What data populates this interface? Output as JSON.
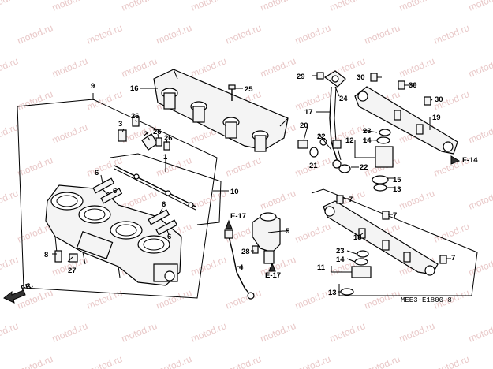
{
  "watermark_text": "motod.ru",
  "callouts": [
    {
      "id": "c1",
      "text": "1"
    },
    {
      "id": "c2",
      "text": "2"
    },
    {
      "id": "c3",
      "text": "3"
    },
    {
      "id": "c4",
      "text": "4"
    },
    {
      "id": "c5",
      "text": "5"
    },
    {
      "id": "c6a",
      "text": "6"
    },
    {
      "id": "c6b",
      "text": "6"
    },
    {
      "id": "c6c",
      "text": "6"
    },
    {
      "id": "c6d",
      "text": "6"
    },
    {
      "id": "c7a",
      "text": "7"
    },
    {
      "id": "c7b",
      "text": "7"
    },
    {
      "id": "c7c",
      "text": "7"
    },
    {
      "id": "c8",
      "text": "8"
    },
    {
      "id": "c9",
      "text": "9"
    },
    {
      "id": "c10",
      "text": "10"
    },
    {
      "id": "c11",
      "text": "11"
    },
    {
      "id": "c12",
      "text": "12"
    },
    {
      "id": "c13a",
      "text": "13"
    },
    {
      "id": "c13b",
      "text": "13"
    },
    {
      "id": "c14a",
      "text": "14"
    },
    {
      "id": "c14b",
      "text": "14"
    },
    {
      "id": "c15",
      "text": "15"
    },
    {
      "id": "c16",
      "text": "16"
    },
    {
      "id": "c17",
      "text": "17"
    },
    {
      "id": "c18",
      "text": "18"
    },
    {
      "id": "c19",
      "text": "19"
    },
    {
      "id": "c20",
      "text": "20"
    },
    {
      "id": "c21",
      "text": "21"
    },
    {
      "id": "c22a",
      "text": "22"
    },
    {
      "id": "c22b",
      "text": "22"
    },
    {
      "id": "c23a",
      "text": "23"
    },
    {
      "id": "c23b",
      "text": "23"
    },
    {
      "id": "c24",
      "text": "24"
    },
    {
      "id": "c25",
      "text": "25"
    },
    {
      "id": "c26a",
      "text": "26"
    },
    {
      "id": "c26b",
      "text": "26"
    },
    {
      "id": "c26c",
      "text": "26"
    },
    {
      "id": "c27",
      "text": "27"
    },
    {
      "id": "c28",
      "text": "28"
    },
    {
      "id": "c29",
      "text": "29"
    },
    {
      "id": "c30a",
      "text": "30"
    },
    {
      "id": "c30b",
      "text": "30"
    },
    {
      "id": "c30c",
      "text": "30"
    }
  ],
  "references": [
    {
      "id": "ref_e17a",
      "text": "E-17"
    },
    {
      "id": "ref_e17b",
      "text": "E-17"
    },
    {
      "id": "ref_f14",
      "text": "F-14"
    },
    {
      "id": "ref_fr",
      "text": "FR."
    }
  ],
  "diagram_code": "MEE3-E1800 8"
}
